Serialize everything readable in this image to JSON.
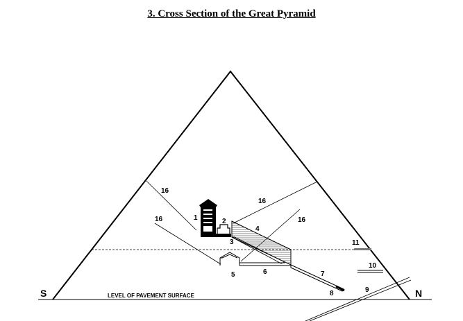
{
  "title": "3. Cross Section of the Great Pyramid",
  "directions": {
    "south": "S",
    "north": "N"
  },
  "pavement_label": "LEVEL OF PAVEMENT SURFACE",
  "labels": {
    "l1": "1",
    "l2": "2",
    "l3": "3",
    "l4": "4",
    "l5": "5",
    "l6": "6",
    "l7": "7",
    "l8": "8",
    "l9": "9",
    "l10": "10",
    "l11": "11",
    "l16a": "16",
    "l16b": "16",
    "l16c": "16",
    "l16d": "16"
  }
}
